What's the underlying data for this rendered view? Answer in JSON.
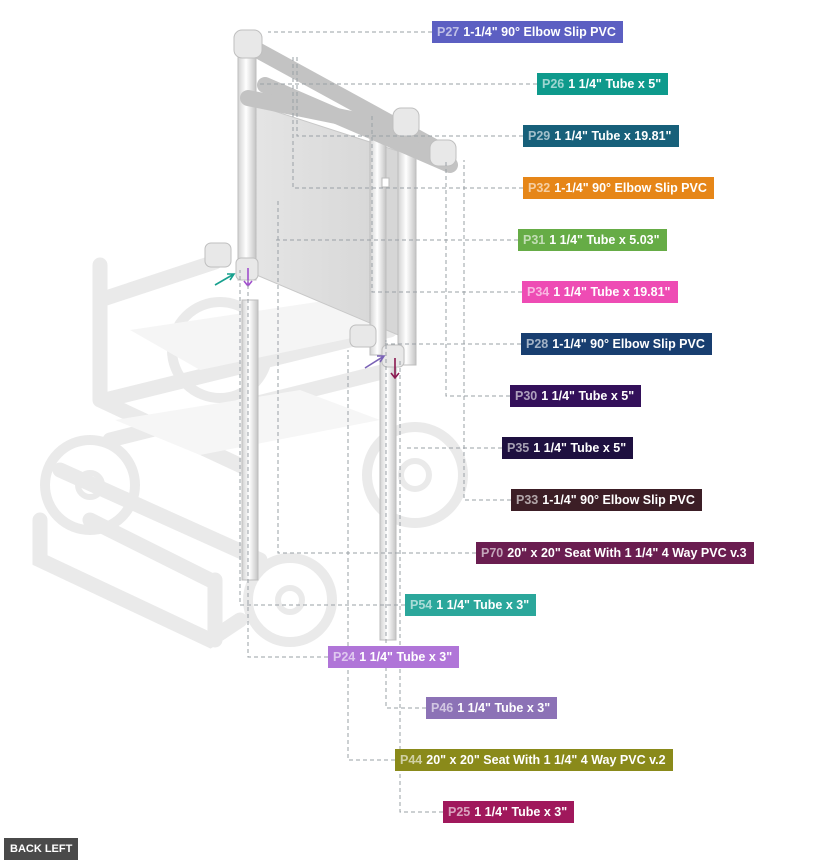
{
  "parts": [
    {
      "id": "P27",
      "name": "1-1/4\" 90° Elbow Slip PVC",
      "color": "#5c5fc2"
    },
    {
      "id": "P26",
      "name": "1 1/4\" Tube x 5\"",
      "color": "#0e9a8c"
    },
    {
      "id": "P29",
      "name": "1 1/4\" Tube x 19.81\"",
      "color": "#17607a"
    },
    {
      "id": "P32",
      "name": "1-1/4\" 90° Elbow Slip PVC",
      "color": "#e68618"
    },
    {
      "id": "P31",
      "name": "1 1/4\" Tube x 5.03\"",
      "color": "#66ac46"
    },
    {
      "id": "P34",
      "name": "1 1/4\" Tube x 19.81\"",
      "color": "#ee4cb4"
    },
    {
      "id": "P28",
      "name": "1-1/4\" 90° Elbow Slip PVC",
      "color": "#183e70"
    },
    {
      "id": "P30",
      "name": "1 1/4\" Tube x 5\"",
      "color": "#33105a"
    },
    {
      "id": "P35",
      "name": "1 1/4\" Tube x 5\"",
      "color": "#1e1040"
    },
    {
      "id": "P33",
      "name": "1-1/4\" 90° Elbow Slip PVC",
      "color": "#3c1e26"
    },
    {
      "id": "P70",
      "name": "20\" x 20\" Seat With 1 1/4\" 4 Way PVC v.3",
      "color": "#6a1d50"
    },
    {
      "id": "P54",
      "name": "1 1/4\" Tube x 3\"",
      "color": "#2ba79b"
    },
    {
      "id": "P24",
      "name": "1 1/4\" Tube x 3\"",
      "color": "#b075d8"
    },
    {
      "id": "P46",
      "name": "1 1/4\" Tube x 3\"",
      "color": "#8c72b6"
    },
    {
      "id": "P44",
      "name": "20\" x 20\" Seat With 1 1/4\" 4 Way PVC v.2",
      "color": "#8a8a1a"
    },
    {
      "id": "P25",
      "name": "1 1/4\" Tube x 3\"",
      "color": "#a0185c"
    }
  ],
  "view_label": "BACK LEFT"
}
